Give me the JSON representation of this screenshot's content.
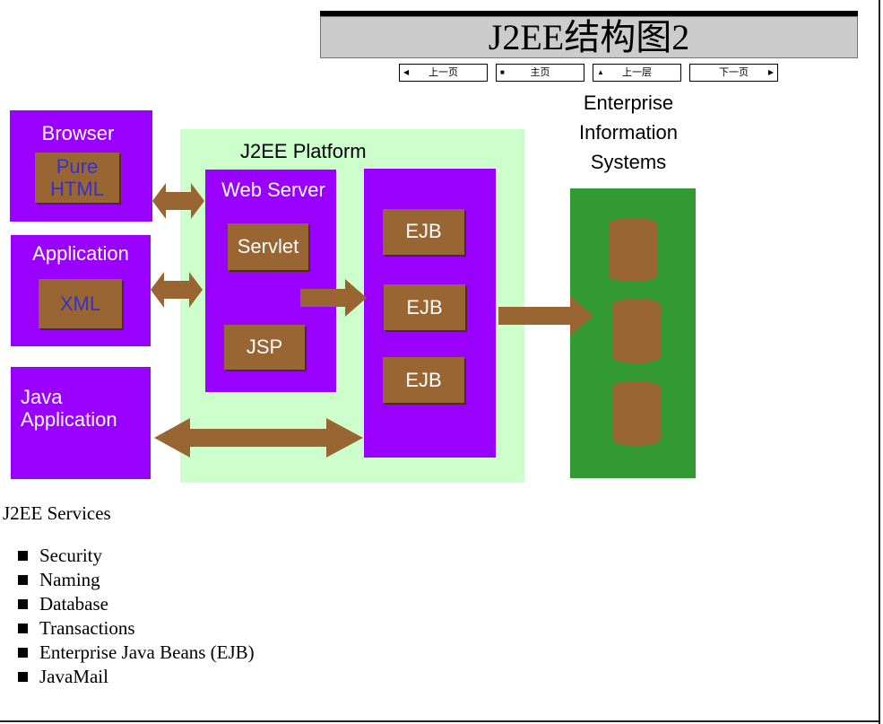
{
  "title": "J2EE结构图2",
  "nav": {
    "prev": "上一页",
    "home": "主页",
    "up": "上一层",
    "next": "下一页"
  },
  "diagram": {
    "clients": {
      "browser": {
        "label": "Browser",
        "inner": "Pure HTML"
      },
      "application": {
        "label": "Application",
        "inner": "XML"
      },
      "java_app": {
        "label": "Java Application"
      }
    },
    "platform": {
      "label": "J2EE Platform",
      "web_server": {
        "label": "Web Server",
        "servlet": "Servlet",
        "jsp": "JSP"
      },
      "ejbs": [
        "EJB",
        "EJB",
        "EJB"
      ]
    },
    "eis": {
      "label": "Enterprise Information Systems"
    }
  },
  "services": {
    "title": "J2EE Services",
    "items": [
      "Security",
      "Naming",
      "Database",
      "Transactions",
      "Enterprise Java Beans (EJB)",
      "JavaMail"
    ]
  },
  "colors": {
    "purple": "#9900ff",
    "brown": "#996633",
    "platform_bg": "#ccffcc",
    "eis_green": "#339933",
    "title_bg": "#cccccc"
  }
}
